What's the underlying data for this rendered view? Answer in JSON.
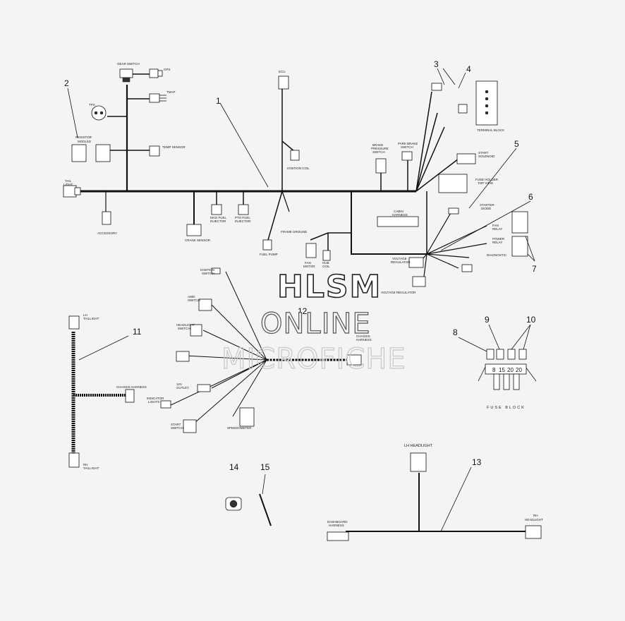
{
  "callouts": [
    {
      "id": "c1",
      "text": "1"
    },
    {
      "id": "c2",
      "text": "2"
    },
    {
      "id": "c3",
      "text": "3"
    },
    {
      "id": "c4",
      "text": "4"
    },
    {
      "id": "c5",
      "text": "5"
    },
    {
      "id": "c6",
      "text": "6"
    },
    {
      "id": "c7",
      "text": "7"
    },
    {
      "id": "c8",
      "text": "8"
    },
    {
      "id": "c9",
      "text": "9"
    },
    {
      "id": "c10",
      "text": "10"
    },
    {
      "id": "c11",
      "text": "11"
    },
    {
      "id": "c12",
      "text": "12"
    },
    {
      "id": "c13",
      "text": "13"
    },
    {
      "id": "c14",
      "text": "14"
    },
    {
      "id": "c15",
      "text": "15"
    }
  ],
  "labels": {
    "gear_switch": "GEAR SWITCH",
    "tps": "TPS",
    "gps": "GPS",
    "tmap": "TMAP",
    "resistor": "RESISTOR",
    "resistor_module": "MODULE",
    "temp_sensor": "TEMP SENSOR",
    "tail_light": "TAIL",
    "tail_light2": "LIGHT",
    "accessory": "ACCESSORY",
    "ecu": "ECU",
    "ignition_coil": "IGNITION COIL",
    "brake_pressure": "BRAKE",
    "brake_pressure2": "PRESSURE",
    "brake_pressure3": "SWITCH",
    "park_brake": "PARK BRAKE",
    "park_brake2": "SWITCH",
    "terminal_block": "TERMINAL BLOCK",
    "start_solenoid": "START",
    "start_solenoid2": "SOLENOID",
    "fuse_holder": "FUSE HOLDER",
    "fuse_holder2": "TOP VIEW",
    "starter_diode": "STARTER",
    "starter_diode2": "DIODE",
    "cab_harness": "CABIN",
    "cab_harness2": "HARNESS",
    "fuel_pump": "FUEL PUMP",
    "frame_ground": "FRAME GROUND",
    "mag_fuel": "MAG FUEL",
    "mag_fuel2": "INJECTOR",
    "pto_fuel": "PTO FUEL",
    "pto_fuel2": "INJECTOR",
    "crank": "CRANK SENSOR",
    "fan_motor": "FAN",
    "fan_motor2": "MOTOR",
    "hub": "HUB",
    "hub2": "COIL",
    "voltage_reg": "VOLTAGE",
    "voltage_reg2": "REGULATOR",
    "voltage_reg3": "VOLTAGE REGULATOR",
    "diagnostic": "DIAGNOSTIC",
    "fan_relay": "FAN",
    "fan_relay2": "RELAY",
    "power_relay": "POWER",
    "power_relay2": "RELAY",
    "fuse_block": "FUSE BLOCK",
    "lh_taillight": "LH",
    "lh_taillight2": "TAILLIGHT",
    "rh_taillight": "RH",
    "rh_taillight2": "TAILLIGHT",
    "chassis_harness": "CHASSIS HARNESS",
    "lh_headlight": "LH HEADLIGHT",
    "rh_headlight": "RH",
    "rh_headlight2": "HEADLIGHT",
    "dash_harness": "DASHBOARD",
    "dash_harness2": "HARNESS",
    "speedometer": "SPEEDOMETER",
    "ignition_switch": "IGNITION",
    "ignition_switch2": "SWITCH",
    "aws_switch": "AWD",
    "aws_switch2": "SWITCH",
    "headlight_switch": "HEADLIGHT",
    "headlight_switch2": "SWITCH",
    "dc_outlet": "12V",
    "dc_outlet2": "OUTLET",
    "indicator": "INDICATOR",
    "indicator2": "LIGHTS",
    "starter": "START",
    "starter2": "SWITCH",
    "chassis2": "CHASSIS",
    "chassis3": "HARNESS"
  },
  "fuses": [
    "8",
    "15",
    "20",
    "20"
  ],
  "watermark": {
    "line1": "HLSM",
    "line2": "ONLINE",
    "line3": "MICROFICHE"
  }
}
